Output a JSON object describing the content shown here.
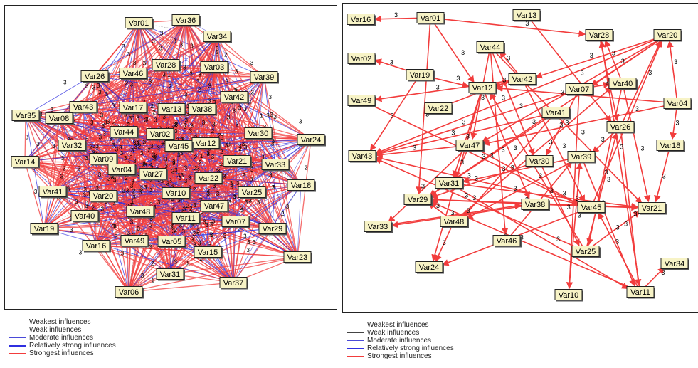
{
  "legend": {
    "weakest": "Weakest influences",
    "weak": "Weak influences",
    "moderate": "Moderate influences",
    "relatively_strong": "Relatively strong influences",
    "strongest": "Strongest influences"
  },
  "colors": {
    "strongest": "#f23c3c",
    "relatively_strong": "#2f2fe0",
    "moderate": "#4a4ad8",
    "weak": "#444444",
    "weakest": "#777777",
    "node_fill": "#f7f3c6",
    "node_border": "#222222"
  },
  "left_graph": {
    "nodes": [
      "Var01",
      "Var36",
      "Var34",
      "Var03",
      "Var28",
      "Var46",
      "Var26",
      "Var39",
      "Var42",
      "Var43",
      "Var17",
      "Var13",
      "Var38",
      "Var35",
      "Var08",
      "Var30",
      "Var24",
      "Var44",
      "Var02",
      "Var12",
      "Var32",
      "Var45",
      "Var21",
      "Var14",
      "Var09",
      "Var33",
      "Var04",
      "Var27",
      "Var22",
      "Var18",
      "Var41",
      "Var20",
      "Var10",
      "Var25",
      "Var40",
      "Var48",
      "Var47",
      "Var19",
      "Var11",
      "Var07",
      "Var29",
      "Var16",
      "Var49",
      "Var05",
      "Var15",
      "Var23",
      "Var31",
      "Var37",
      "Var06"
    ],
    "edge_label": "3"
  },
  "right_graph": {
    "nodes": [
      "Var16",
      "Var01",
      "Var13",
      "Var28",
      "Var20",
      "Var02",
      "Var44",
      "Var19",
      "Var42",
      "Var12",
      "Var07",
      "Var40",
      "Var49",
      "Var22",
      "Var41",
      "Var04",
      "Var26",
      "Var47",
      "Var18",
      "Var43",
      "Var30",
      "Var39",
      "Var31",
      "Var29",
      "Var38",
      "Var45",
      "Var21",
      "Var33",
      "Var48",
      "Var46",
      "Var25",
      "Var24",
      "Var34",
      "Var10",
      "Var11"
    ],
    "edge_label": "3",
    "edges": [
      [
        "Var01",
        "Var28"
      ],
      [
        "Var01",
        "Var12"
      ],
      [
        "Var01",
        "Var29"
      ],
      [
        "Var01",
        "Var16"
      ],
      [
        "Var13",
        "Var26"
      ],
      [
        "Var19",
        "Var02"
      ],
      [
        "Var19",
        "Var12"
      ],
      [
        "Var19",
        "Var43"
      ],
      [
        "Var20",
        "Var43"
      ],
      [
        "Var20",
        "Var47"
      ],
      [
        "Var20",
        "Var07"
      ],
      [
        "Var20",
        "Var42"
      ],
      [
        "Var20",
        "Var29"
      ],
      [
        "Var04",
        "Var20"
      ],
      [
        "Var04",
        "Var47"
      ],
      [
        "Var04",
        "Var18"
      ],
      [
        "Var04",
        "Var12"
      ],
      [
        "Var42",
        "Var44"
      ],
      [
        "Var42",
        "Var12"
      ],
      [
        "Var42",
        "Var45"
      ],
      [
        "Var42",
        "Var49"
      ],
      [
        "Var44",
        "Var47"
      ],
      [
        "Var44",
        "Var46"
      ],
      [
        "Var44",
        "Var30"
      ],
      [
        "Var44",
        "Var21"
      ],
      [
        "Var07",
        "Var40"
      ],
      [
        "Var07",
        "Var30"
      ],
      [
        "Var07",
        "Var10"
      ],
      [
        "Var07",
        "Var43"
      ],
      [
        "Var12",
        "Var31"
      ],
      [
        "Var12",
        "Var38"
      ],
      [
        "Var12",
        "Var24"
      ],
      [
        "Var40",
        "Var28"
      ],
      [
        "Var40",
        "Var25"
      ],
      [
        "Var40",
        "Var21"
      ],
      [
        "Var41",
        "Var48"
      ],
      [
        "Var41",
        "Var29"
      ],
      [
        "Var41",
        "Var43"
      ],
      [
        "Var26",
        "Var20"
      ],
      [
        "Var26",
        "Var39"
      ],
      [
        "Var26",
        "Var11"
      ],
      [
        "Var18",
        "Var21"
      ],
      [
        "Var47",
        "Var43"
      ],
      [
        "Var47",
        "Var31"
      ],
      [
        "Var47",
        "Var45"
      ],
      [
        "Var47",
        "Var33"
      ],
      [
        "Var39",
        "Var31"
      ],
      [
        "Var39",
        "Var48"
      ],
      [
        "Var39",
        "Var11"
      ],
      [
        "Var30",
        "Var29"
      ],
      [
        "Var30",
        "Var25"
      ],
      [
        "Var31",
        "Var21"
      ],
      [
        "Var31",
        "Var11"
      ],
      [
        "Var38",
        "Var29"
      ],
      [
        "Var38",
        "Var33"
      ],
      [
        "Var38",
        "Var21"
      ],
      [
        "Var45",
        "Var43"
      ],
      [
        "Var45",
        "Var24"
      ],
      [
        "Var45",
        "Var20"
      ],
      [
        "Var48",
        "Var29"
      ],
      [
        "Var48",
        "Var24"
      ],
      [
        "Var48",
        "Var40"
      ],
      [
        "Var25",
        "Var21"
      ],
      [
        "Var25",
        "Var26"
      ],
      [
        "Var25",
        "Var12"
      ],
      [
        "Var25",
        "Var43"
      ],
      [
        "Var11",
        "Var34"
      ],
      [
        "Var11",
        "Var45"
      ],
      [
        "Var11",
        "Var28"
      ],
      [
        "Var11",
        "Var29"
      ],
      [
        "Var21",
        "Var29"
      ],
      [
        "Var46",
        "Var39"
      ],
      [
        "Var22",
        "Var42"
      ],
      [
        "Var10",
        "Var39"
      ],
      [
        "Var49",
        "Var45"
      ],
      [
        "Var33",
        "Var38"
      ],
      [
        "Var28",
        "Var26"
      ]
    ]
  }
}
